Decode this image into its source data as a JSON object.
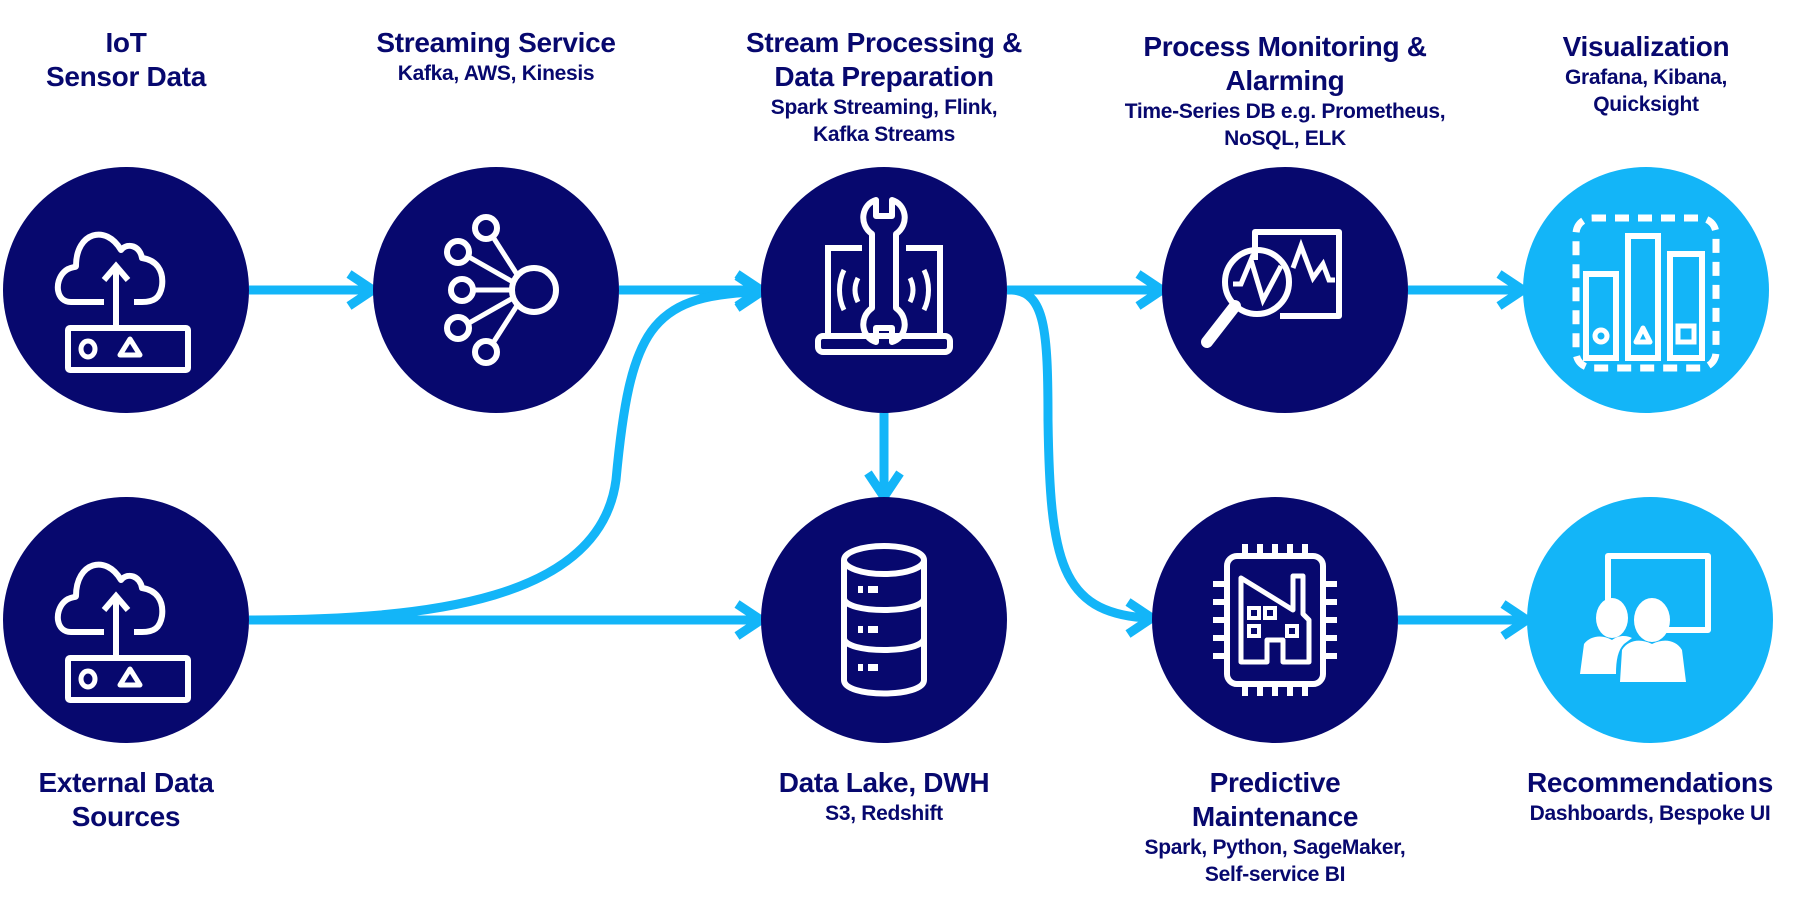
{
  "colors": {
    "dark_node": "#07086e",
    "light_node": "#13b5f8",
    "arrow": "#13b5f8",
    "text": "#07086e",
    "icon": "#ffffff"
  },
  "nodes": [
    {
      "id": "iot",
      "icon": "cloud-upload-device-icon",
      "style": "dark",
      "title": [
        "IoT",
        "Sensor Data"
      ],
      "sub": [],
      "label_pos": "above"
    },
    {
      "id": "streaming",
      "icon": "network-hub-icon",
      "style": "dark",
      "title": [
        "Streaming Service"
      ],
      "sub": [
        "Kafka, AWS, Kinesis"
      ],
      "label_pos": "above"
    },
    {
      "id": "processing",
      "icon": "laptop-wrench-icon",
      "style": "dark",
      "title": [
        "Stream Processing &",
        "Data Preparation"
      ],
      "sub": [
        "Spark Streaming, Flink,",
        "Kafka Streams"
      ],
      "label_pos": "above"
    },
    {
      "id": "monitoring",
      "icon": "magnifier-chart-icon",
      "style": "dark",
      "title": [
        "Process Monitoring &",
        "Alarming"
      ],
      "sub": [
        "Time-Series DB e.g. Prometheus,",
        "NoSQL, ELK"
      ],
      "label_pos": "above"
    },
    {
      "id": "visualization",
      "icon": "bar-chart-icon",
      "style": "light",
      "title": [
        "Visualization"
      ],
      "sub": [
        "Grafana, Kibana,",
        "Quicksight"
      ],
      "label_pos": "above"
    },
    {
      "id": "external",
      "icon": "cloud-upload-device-icon",
      "style": "dark",
      "title": [
        "External Data",
        "Sources"
      ],
      "sub": [],
      "label_pos": "below"
    },
    {
      "id": "datalake",
      "icon": "database-icon",
      "style": "dark",
      "title": [
        "Data Lake, DWH"
      ],
      "sub": [
        "S3, Redshift"
      ],
      "label_pos": "below"
    },
    {
      "id": "predictive",
      "icon": "factory-chip-icon",
      "style": "dark",
      "title": [
        "Predictive",
        "Maintenance"
      ],
      "sub": [
        "Spark, Python, SageMaker,",
        "Self-service BI"
      ],
      "label_pos": "below"
    },
    {
      "id": "recommendations",
      "icon": "presentation-users-icon",
      "style": "light",
      "title": [
        "Recommendations"
      ],
      "sub": [
        "Dashboards, Bespoke UI"
      ],
      "label_pos": "below"
    }
  ],
  "edges": [
    {
      "from": "iot",
      "to": "streaming"
    },
    {
      "from": "streaming",
      "to": "processing"
    },
    {
      "from": "external",
      "to": "processing"
    },
    {
      "from": "external",
      "to": "datalake"
    },
    {
      "from": "processing",
      "to": "datalake"
    },
    {
      "from": "processing",
      "to": "monitoring"
    },
    {
      "from": "processing",
      "to": "predictive"
    },
    {
      "from": "monitoring",
      "to": "visualization"
    },
    {
      "from": "predictive",
      "to": "recommendations"
    }
  ]
}
